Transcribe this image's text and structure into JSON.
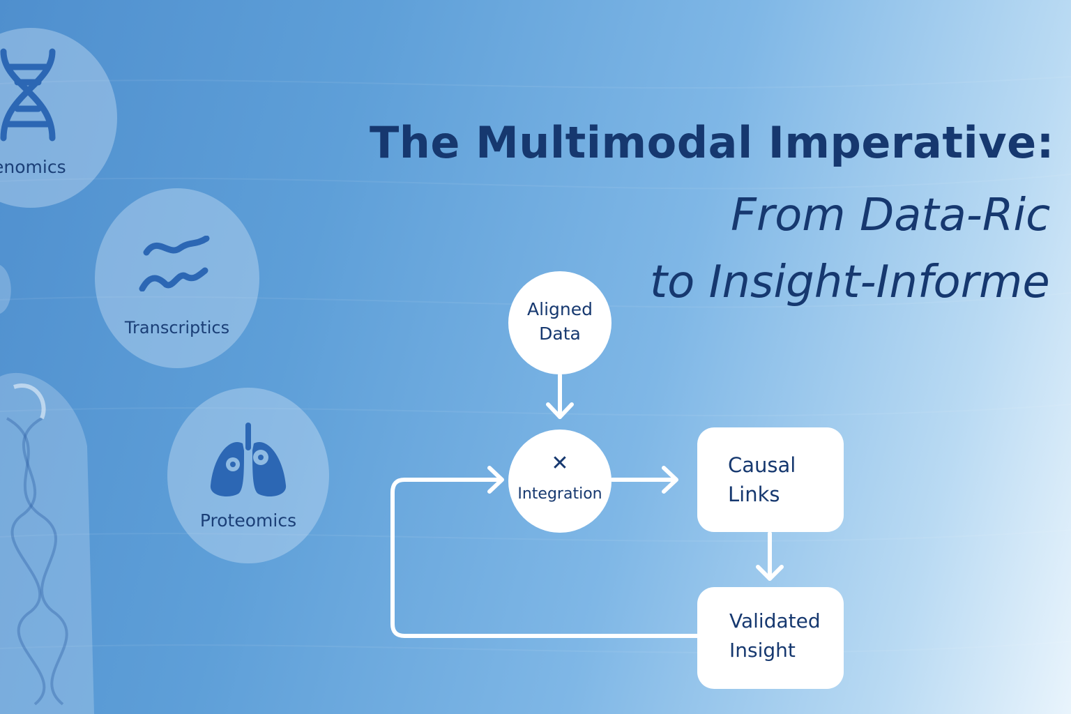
{
  "title": {
    "line1": "The Multimodal Imperative:",
    "line2": "From Data-Ric",
    "line3": "to Insight-Informe"
  },
  "omics": [
    {
      "label": "enomics",
      "icon": "dna-icon"
    },
    {
      "label": "Transcriptics",
      "icon": "wave-icon"
    },
    {
      "label": "Proteomics",
      "icon": "lungs-gears-icon"
    }
  ],
  "flow": {
    "aligned_data": [
      "Aligned",
      "Data"
    ],
    "integration_symbol": "✕",
    "integration": "Integration",
    "causal_links": [
      "Causal",
      "Links"
    ],
    "validated_insight": [
      "Validated",
      "Insight"
    ]
  },
  "colors": {
    "navy": "#16386f",
    "icon_blue": "#2c67b4",
    "node_fill": "#ffffff"
  }
}
